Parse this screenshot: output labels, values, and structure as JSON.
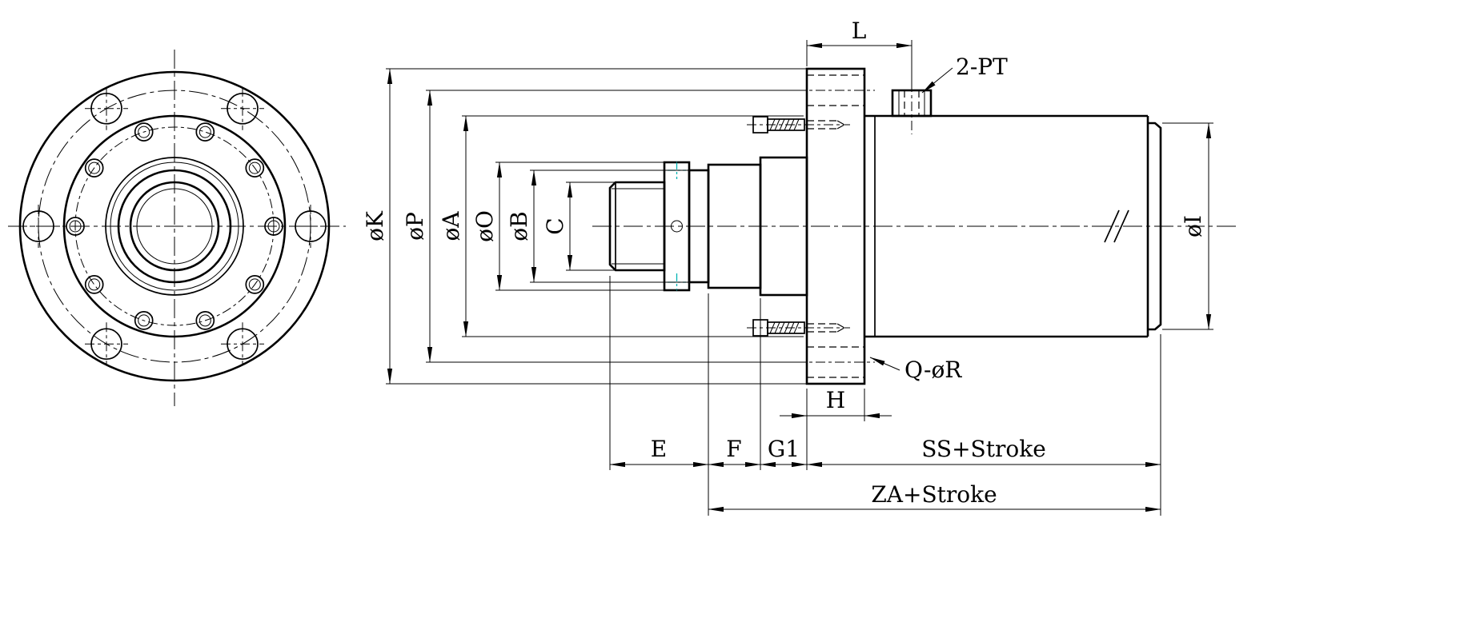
{
  "colors": {
    "line": "#000000",
    "accent": "#00b3b3",
    "background": "#ffffff"
  },
  "labels": {
    "dia_k": "øK",
    "dia_p": "øP",
    "dia_a": "øA",
    "dia_o": "øO",
    "dia_b": "øB",
    "c": "C",
    "l": "L",
    "port_callout": "2-PT",
    "flange_hole_callout": "Q-øR",
    "h": "H",
    "e": "E",
    "f": "F",
    "g1": "G1",
    "ss_stroke": "SS+Stroke",
    "za_stroke": "ZA+Stroke",
    "dia_i": "øI"
  }
}
